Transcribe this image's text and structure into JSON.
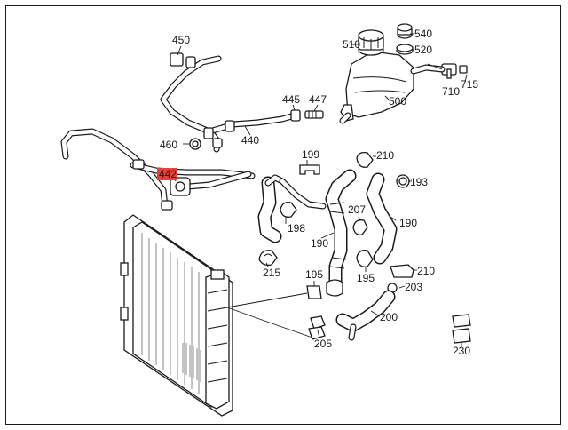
{
  "diagram": {
    "highlight_color": "#e8413a",
    "line_color": "#1a1a1a",
    "labels": {
      "p450": "450",
      "p540": "540",
      "p510": "510",
      "p520": "520",
      "p710": "710",
      "p715": "715",
      "p445": "445",
      "p447": "447",
      "p500": "500",
      "p460": "460",
      "p440": "440",
      "p442": "442",
      "p199": "199",
      "p210a": "210",
      "p193": "193",
      "p207": "207",
      "p198": "198",
      "p190a": "190",
      "p190b": "190",
      "p215": "215",
      "p195a": "195",
      "p195b": "195",
      "p210b": "210",
      "p203": "203",
      "p200": "200",
      "p205": "205",
      "p230": "230"
    }
  }
}
